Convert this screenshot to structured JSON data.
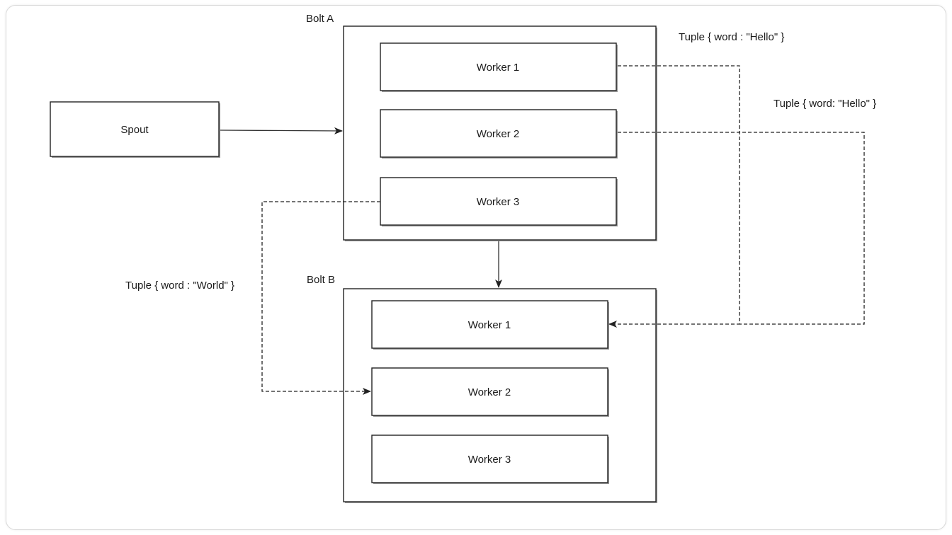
{
  "spout": {
    "label": "Spout"
  },
  "bolt_a": {
    "title": "Bolt A",
    "workers": [
      "Worker 1",
      "Worker 2",
      "Worker 3"
    ]
  },
  "bolt_b": {
    "title": "Bolt B",
    "workers": [
      "Worker 1",
      "Worker 2",
      "Worker 3"
    ]
  },
  "tuples": {
    "a_w1_to_b_w1": "Tuple { word : \"Hello\" }",
    "a_w2_to_b_w1": "Tuple { word: \"Hello\" }",
    "a_w3_to_b_w2": "Tuple { word : \"World\" }"
  }
}
